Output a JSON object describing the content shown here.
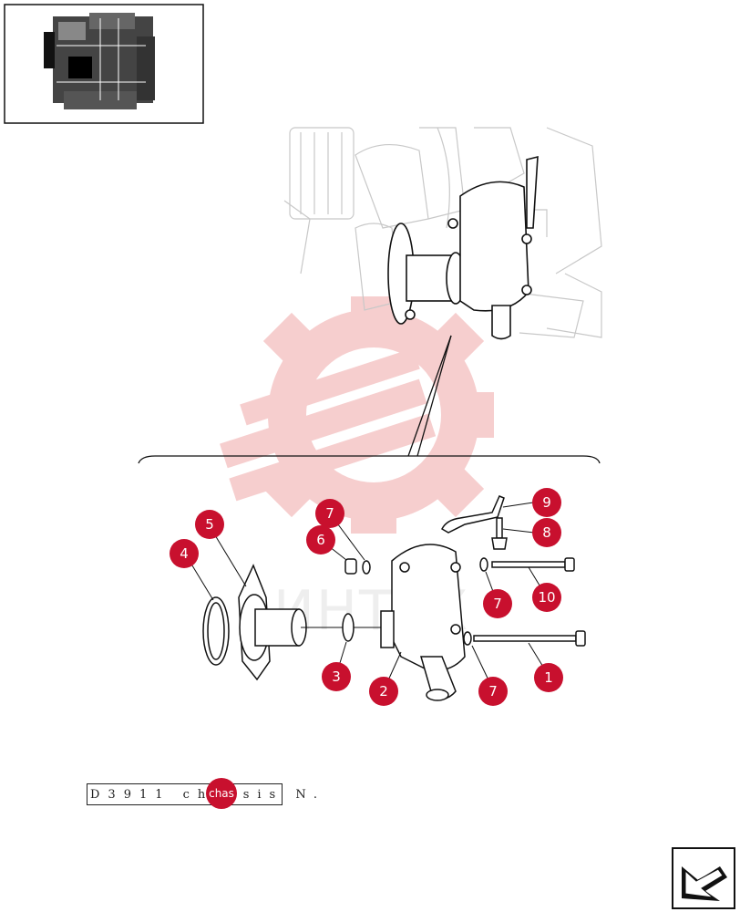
{
  "watermark": {
    "text": "ИНТЕХ"
  },
  "callouts": [
    {
      "id": "c1",
      "label": "1"
    },
    {
      "id": "c2",
      "label": "2"
    },
    {
      "id": "c3",
      "label": "3"
    },
    {
      "id": "c4",
      "label": "4"
    },
    {
      "id": "c5",
      "label": "5"
    },
    {
      "id": "c6",
      "label": "6"
    },
    {
      "id": "c7a",
      "label": "7"
    },
    {
      "id": "c7b",
      "label": "7"
    },
    {
      "id": "c7c",
      "label": "7"
    },
    {
      "id": "c8",
      "label": "8"
    },
    {
      "id": "c9",
      "label": "9"
    },
    {
      "id": "c10",
      "label": "10"
    }
  ],
  "footer": {
    "chassis_text": "D3911 chassis N.",
    "chassis_badge": "chas"
  },
  "icons": {
    "thumbnail": "engine-thumbnail-icon",
    "nav": "next-page-arrow-icon",
    "watermark": "gear-wrench-logo-icon"
  },
  "colors": {
    "callout": "#c8102e",
    "watermark": "#f6c9c9",
    "line": "#111111"
  }
}
